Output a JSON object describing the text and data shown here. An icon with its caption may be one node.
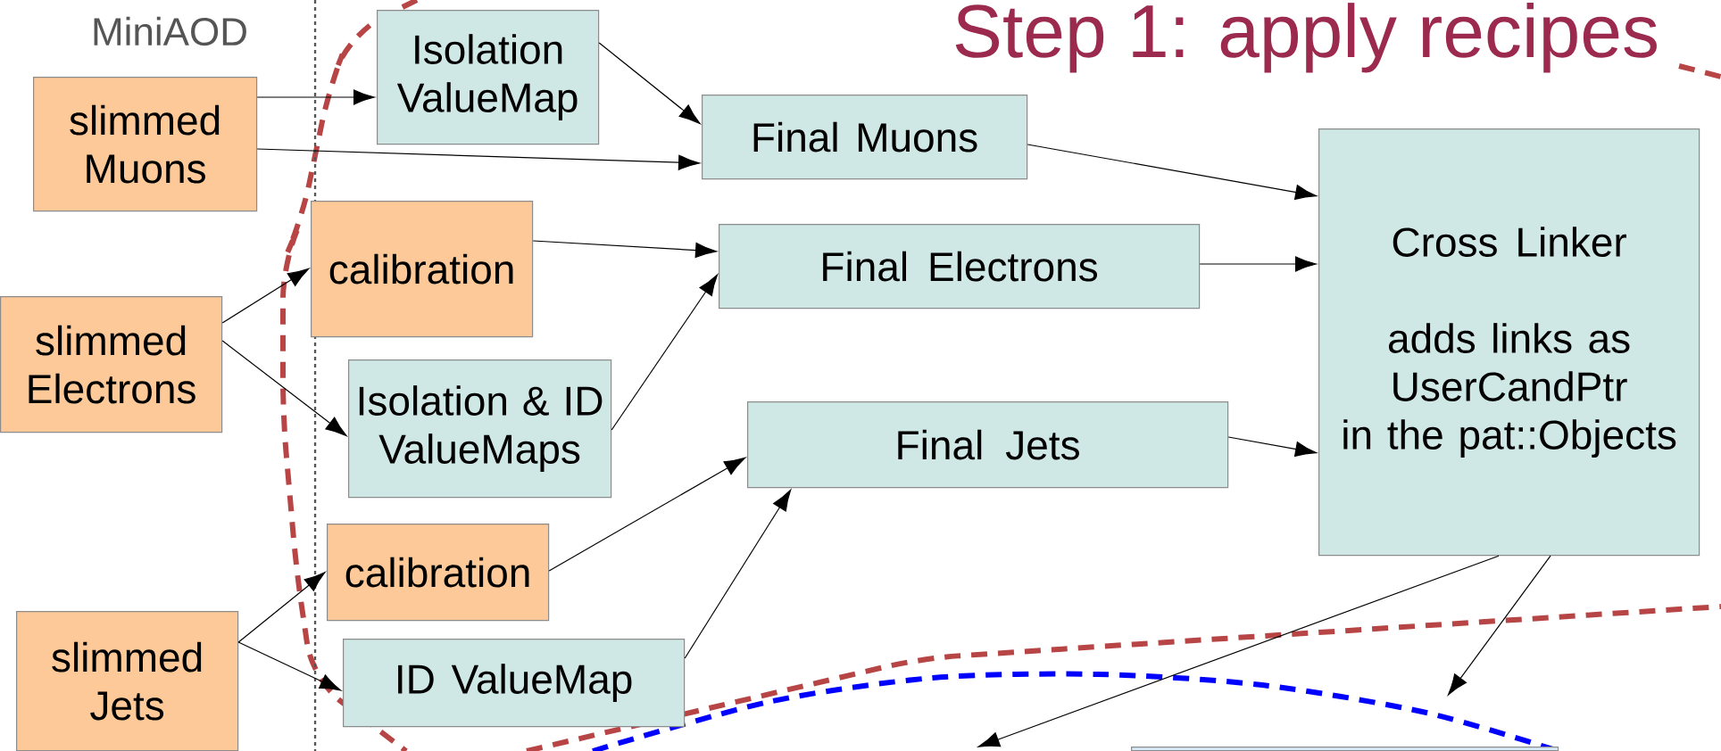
{
  "diagram": {
    "title": "Step 1: apply recipes",
    "nodes": [
      {
        "text": [
          "slimmed Muons"
        ]
      },
      {
        "text": [
          "Isolation ValueMap"
        ]
      },
      {
        "text": [
          "Final Muons"
        ]
      },
      {
        "text": [
          "calibration"
        ]
      },
      {
        "text": [
          "Final Electrons"
        ]
      },
      {
        "text": [
          "slimmed Electrons"
        ]
      },
      {
        "text": [
          "Isolation & ID ValueMaps"
        ]
      },
      {
        "text": [
          "Final Jets"
        ]
      },
      {
        "text": [
          "Cross Linker",
          "adds links as UserCandPtr in the pat::Objects"
        ]
      },
      {
        "text": [
          "calibration"
        ]
      },
      {
        "text": [
          "slimmed Jets"
        ]
      },
      {
        "text": [
          "ID ValueMap"
        ]
      },
      {
        "text": [],
        "shape": "box"
      }
    ],
    "edges": [
      {
        "from": 0,
        "to": 1,
        "arrow": "to"
      },
      {
        "from": 0,
        "to": 2,
        "arrow": "to"
      },
      {
        "from": 1,
        "to": 2,
        "arrow": "to"
      },
      {
        "from": 5,
        "to": 3,
        "arrow": "to"
      },
      {
        "from": 5,
        "to": 6,
        "arrow": "to"
      },
      {
        "from": 3,
        "to": 4,
        "arrow": "to"
      },
      {
        "from": 6,
        "to": 4,
        "arrow": "to"
      },
      {
        "from": 2,
        "to": 8,
        "arrow": "to"
      },
      {
        "from": 4,
        "to": 8,
        "arrow": "to"
      },
      {
        "from": 7,
        "to": 8,
        "arrow": "to"
      },
      {
        "from": 10,
        "to": 9,
        "arrow": "to"
      },
      {
        "from": 10,
        "to": 11,
        "arrow": "to"
      },
      {
        "from": 9,
        "to": 7,
        "arrow": "to"
      },
      {
        "from": 11,
        "to": 7,
        "arrow": "to"
      },
      {
        "from": 8,
        "to": null,
        "arrow": "to"
      },
      {
        "from": 8,
        "to": null,
        "arrow": "to"
      }
    ],
    "labels": [
      "MiniAOD"
    ]
  }
}
